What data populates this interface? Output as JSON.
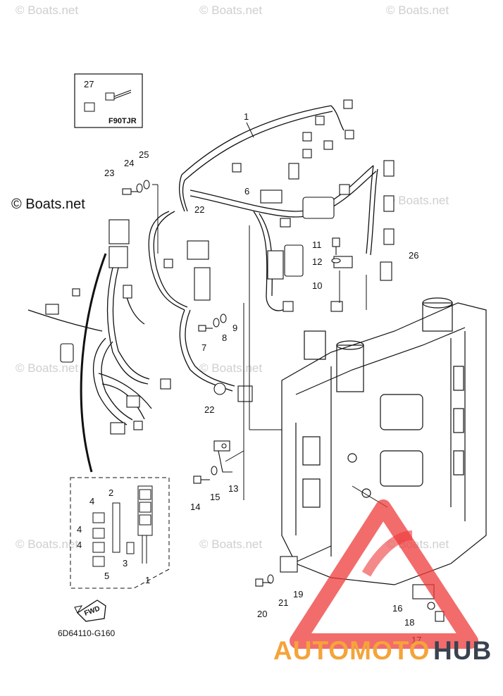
{
  "watermark": {
    "small": "© Boats.net",
    "large": "© Boats.net"
  },
  "inset_top": {
    "callout": "27",
    "model": "F90TJR"
  },
  "part_code": "6D64110-G160",
  "fwd_label": "FWD",
  "callouts": {
    "c1": "1",
    "c6": "6",
    "c22a": "22",
    "c25": "25",
    "c24": "24",
    "c23": "23",
    "c11": "11",
    "c12": "12",
    "c10": "10",
    "c26": "26",
    "c9": "9",
    "c8": "8",
    "c7": "7",
    "c22b": "22",
    "c13": "13",
    "c15": "15",
    "c14": "14",
    "c2": "2",
    "c4a": "4",
    "c4b": "4",
    "c4c": "4",
    "c3": "3",
    "c5": "5",
    "c1b": "1",
    "c19": "19",
    "c21": "21",
    "c20": "20",
    "c16": "16",
    "c18": "18",
    "c17": "17"
  },
  "logo": {
    "part1": "AUTOMOTO",
    "part2": "HUB",
    "color1": "#f4a43a",
    "color2": "#3a4250",
    "triangle_color": "#ee3b3b"
  }
}
